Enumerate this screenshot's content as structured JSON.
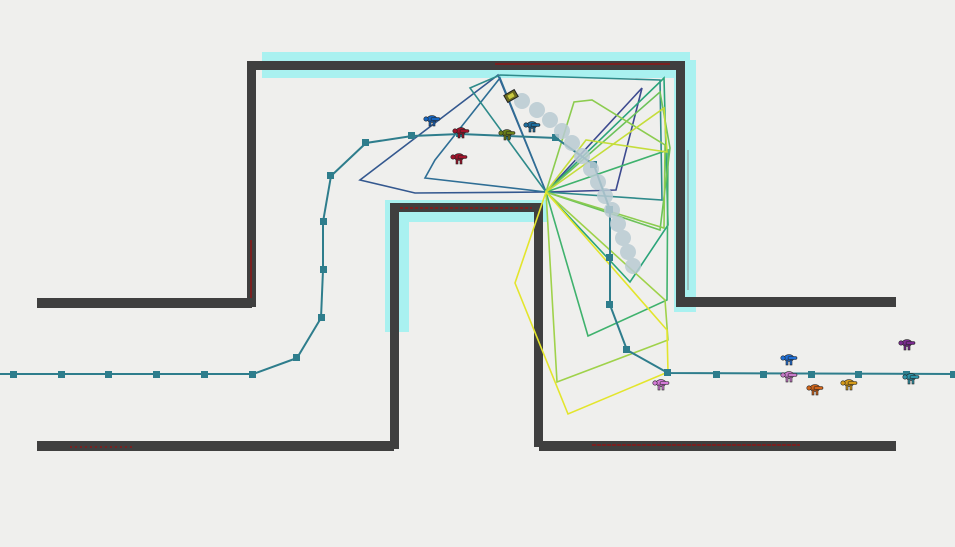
{
  "scene": {
    "background": "#efefed",
    "wall_color": "#3f3f3f",
    "wall_edge_highlight": "#a9f1f0",
    "wall_mark_color": "#7a2020",
    "path_color": "#2e7d8c",
    "trail_color": "#b9cbd3",
    "fov_palette": [
      "#3d4a8f",
      "#2f6e95",
      "#2e8a8a",
      "#2aa47a",
      "#53b867",
      "#9fd24a",
      "#e3e52c"
    ]
  },
  "agents": [
    {
      "name": "agent-blue-1",
      "color": "#1565c0"
    },
    {
      "name": "agent-red-1",
      "color": "#a0122a"
    },
    {
      "name": "agent-red-2",
      "color": "#a0122a"
    },
    {
      "name": "agent-olive",
      "color": "#6b7f18"
    },
    {
      "name": "agent-teal-1",
      "color": "#1e6fa0"
    },
    {
      "name": "agent-pink-1",
      "color": "#d47ad8"
    },
    {
      "name": "agent-blue-2",
      "color": "#1f6fd6"
    },
    {
      "name": "agent-pink-2",
      "color": "#c77ac9"
    },
    {
      "name": "agent-orange",
      "color": "#d0651b"
    },
    {
      "name": "agent-amber",
      "color": "#d49a1a"
    },
    {
      "name": "agent-teal-2",
      "color": "#2e93a8"
    },
    {
      "name": "agent-purple",
      "color": "#7a2a8f"
    }
  ],
  "robot": {
    "color": "#6b6b20"
  }
}
